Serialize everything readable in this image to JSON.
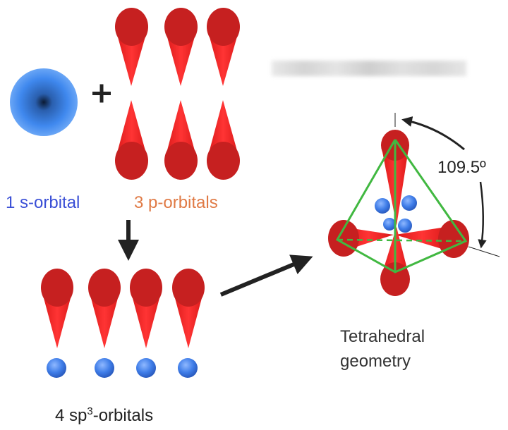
{
  "labels": {
    "s_orbital": "1 s-orbital",
    "p_orbitals": "3 p-orbitals",
    "sp3_prefix": "4 sp",
    "sp3_sup": "3",
    "sp3_suffix": "-orbitals",
    "tetra_line1": "Tetrahedral",
    "tetra_line2": "geometry",
    "angle": "109.5º",
    "plus": "+"
  },
  "colors": {
    "p_lobe": "#ff2020",
    "p_lobe_dark": "#c42020",
    "s_orbital": "#3f88ee",
    "s_label": "#3a4fd6",
    "p_label": "#e07a45",
    "tetra_edge": "#41b841",
    "arrow": "#222222"
  }
}
